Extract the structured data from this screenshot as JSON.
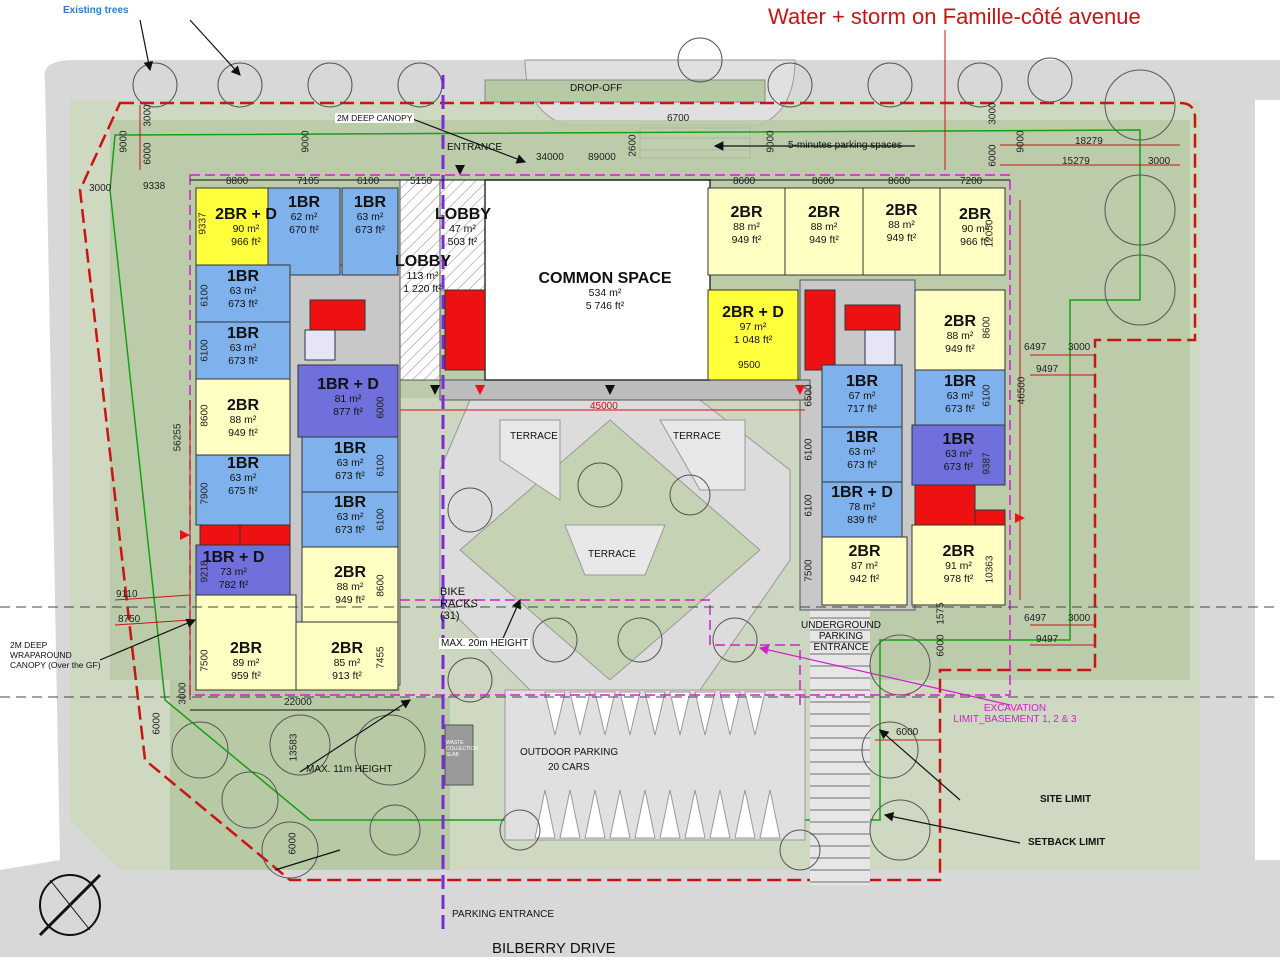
{
  "header": {
    "existing_trees": "Existing trees",
    "water_note": "Water + storm on Famille-côté avenue"
  },
  "top": {
    "drop_off": "DROP-OFF",
    "canopy": "2M DEEP CANOPY",
    "entrance": "ENTRANCE",
    "parking_5min": "5-minutes parking spaces"
  },
  "building": {
    "lobby_north": {
      "name": "LOBBY",
      "m2": "47 m²",
      "ft2": "503 ft²"
    },
    "lobby_west": {
      "name": "LOBBY",
      "m2": "113 m²",
      "ft2": "1 220 ft²"
    },
    "common": {
      "name": "COMMON SPACE",
      "m2": "534 m²",
      "ft2": "5 746 ft²"
    },
    "units": [
      {
        "type": "2BR + D",
        "m2": "90 m²",
        "ft2": "966 ft²"
      },
      {
        "type": "1BR",
        "m2": "62 m²",
        "ft2": "670 ft²"
      },
      {
        "type": "1BR",
        "m2": "63 m²",
        "ft2": "673 ft²"
      },
      {
        "type": "1BR",
        "m2": "63 m²",
        "ft2": "673 ft²"
      },
      {
        "type": "1BR",
        "m2": "63 m²",
        "ft2": "673 ft²"
      },
      {
        "type": "2BR",
        "m2": "88 m²",
        "ft2": "949 ft²"
      },
      {
        "type": "1BR",
        "m2": "63 m²",
        "ft2": "675 ft²"
      },
      {
        "type": "1BR + D",
        "m2": "73 m²",
        "ft2": "782 ft²"
      },
      {
        "type": "2BR",
        "m2": "89 m²",
        "ft2": "959 ft²"
      },
      {
        "type": "1BR + D",
        "m2": "81 m²",
        "ft2": "877 ft²"
      },
      {
        "type": "1BR",
        "m2": "63 m²",
        "ft2": "673 ft²"
      },
      {
        "type": "1BR",
        "m2": "63 m²",
        "ft2": "673 ft²"
      },
      {
        "type": "2BR",
        "m2": "88 m²",
        "ft2": "949 ft²"
      },
      {
        "type": "2BR",
        "m2": "85 m²",
        "ft2": "913 ft²"
      },
      {
        "type": "2BR",
        "m2": "88 m²",
        "ft2": "949 ft²"
      },
      {
        "type": "2BR",
        "m2": "88 m²",
        "ft2": "949 ft²"
      },
      {
        "type": "2BR",
        "m2": "88 m²",
        "ft2": "949 ft²"
      },
      {
        "type": "2BR",
        "m2": "90 m²",
        "ft2": "966 ft²"
      },
      {
        "type": "2BR + D",
        "m2": "97 m²",
        "ft2": "1 048 ft²"
      },
      {
        "type": "2BR",
        "m2": "88 m²",
        "ft2": "949 ft²"
      },
      {
        "type": "1BR",
        "m2": "63 m²",
        "ft2": "673 ft²"
      },
      {
        "type": "1BR",
        "m2": "67 m²",
        "ft2": "717 ft²"
      },
      {
        "type": "1BR",
        "m2": "63 m²",
        "ft2": "673 ft²"
      },
      {
        "type": "1BR + D",
        "m2": "78 m²",
        "ft2": "839 ft²"
      },
      {
        "type": "1BR",
        "m2": "63 m²",
        "ft2": "673 ft²"
      },
      {
        "type": "2BR",
        "m2": "87 m²",
        "ft2": "942 ft²"
      },
      {
        "type": "2BR",
        "m2": "91 m²",
        "ft2": "978 ft²"
      }
    ]
  },
  "site": {
    "terrace": "TERRACE",
    "bike_racks": "BIKE RACKS (31)",
    "max_20": "MAX. 20m HEIGHT",
    "max_11": "MAX. 11m HEIGHT",
    "waste": "WASTE COLLECTION SLAB",
    "outdoor_parking": "OUTDOOR PARKING",
    "cars": "20 CARS",
    "underground": "UNDERGROUND PARKING ENTRANCE",
    "excavation": "EXCAVATION LIMIT_BASEMENT 1, 2 & 3",
    "site_limit": "SITE LIMIT",
    "setback_limit": "SETBACK LIMIT",
    "wrap_canopy": "2M DEEP WRAPAROUND CANOPY (Over the GF)",
    "parking_entrance": "PARKING ENTRANCE",
    "street": "BILBERRY DRIVE"
  },
  "dims": {
    "d6700": "6700",
    "d2600": "2600",
    "d34000": "34000",
    "d89000": "89000",
    "d9000": "9000",
    "d3000": "3000",
    "d6000": "6000",
    "d9338": "9338",
    "d18279": "18279",
    "d15279": "15279",
    "d8800": "8800",
    "d7105": "7105",
    "d6100": "6100",
    "d5150": "5150",
    "d8600": "8600",
    "d7200": "7200",
    "d9337": "9337",
    "d12050": "12050",
    "d45000": "45000",
    "d56255": "56255",
    "d46500": "46500",
    "d6497": "6497",
    "d9497": "9497",
    "d9110": "9110",
    "d8750": "8750",
    "d22000": "22000",
    "d13583": "13583",
    "d7900": "7900",
    "d9218": "9218",
    "d7500": "7500",
    "d7455": "7455",
    "d6500": "6500",
    "d9387": "9387",
    "d10363": "10363",
    "d1575": "1575",
    "d9500": "9500"
  },
  "colors": {
    "yellow": "#ffff3c",
    "cream": "#ffffc4",
    "blue": "#7fb2ec",
    "purple": "#7070dd",
    "red": "#ee1111",
    "green_lawn": "#b8c9a6",
    "road": "#d4d4d4",
    "site_line": "#c91414",
    "setback": "#15a115",
    "magenta": "#cc22cc"
  }
}
